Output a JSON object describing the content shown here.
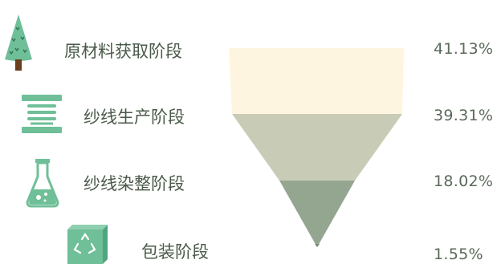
{
  "chart_data": {
    "type": "funnel",
    "categories": [
      "原材料获取阶段",
      "纱线生产阶段",
      "纱线染整阶段",
      "包装阶段"
    ],
    "values": [
      41.13,
      39.31,
      18.02,
      1.55
    ],
    "value_labels": [
      "41.13%",
      "39.31%",
      "18.02%",
      "1.55%"
    ],
    "unit": "%",
    "colors": [
      "#fdf5df",
      "#c8ccb6",
      "#94a690",
      "#7a8c76"
    ]
  },
  "icons": [
    "tree-icon",
    "yarn-spool-icon",
    "flask-icon",
    "recycle-box-icon"
  ]
}
